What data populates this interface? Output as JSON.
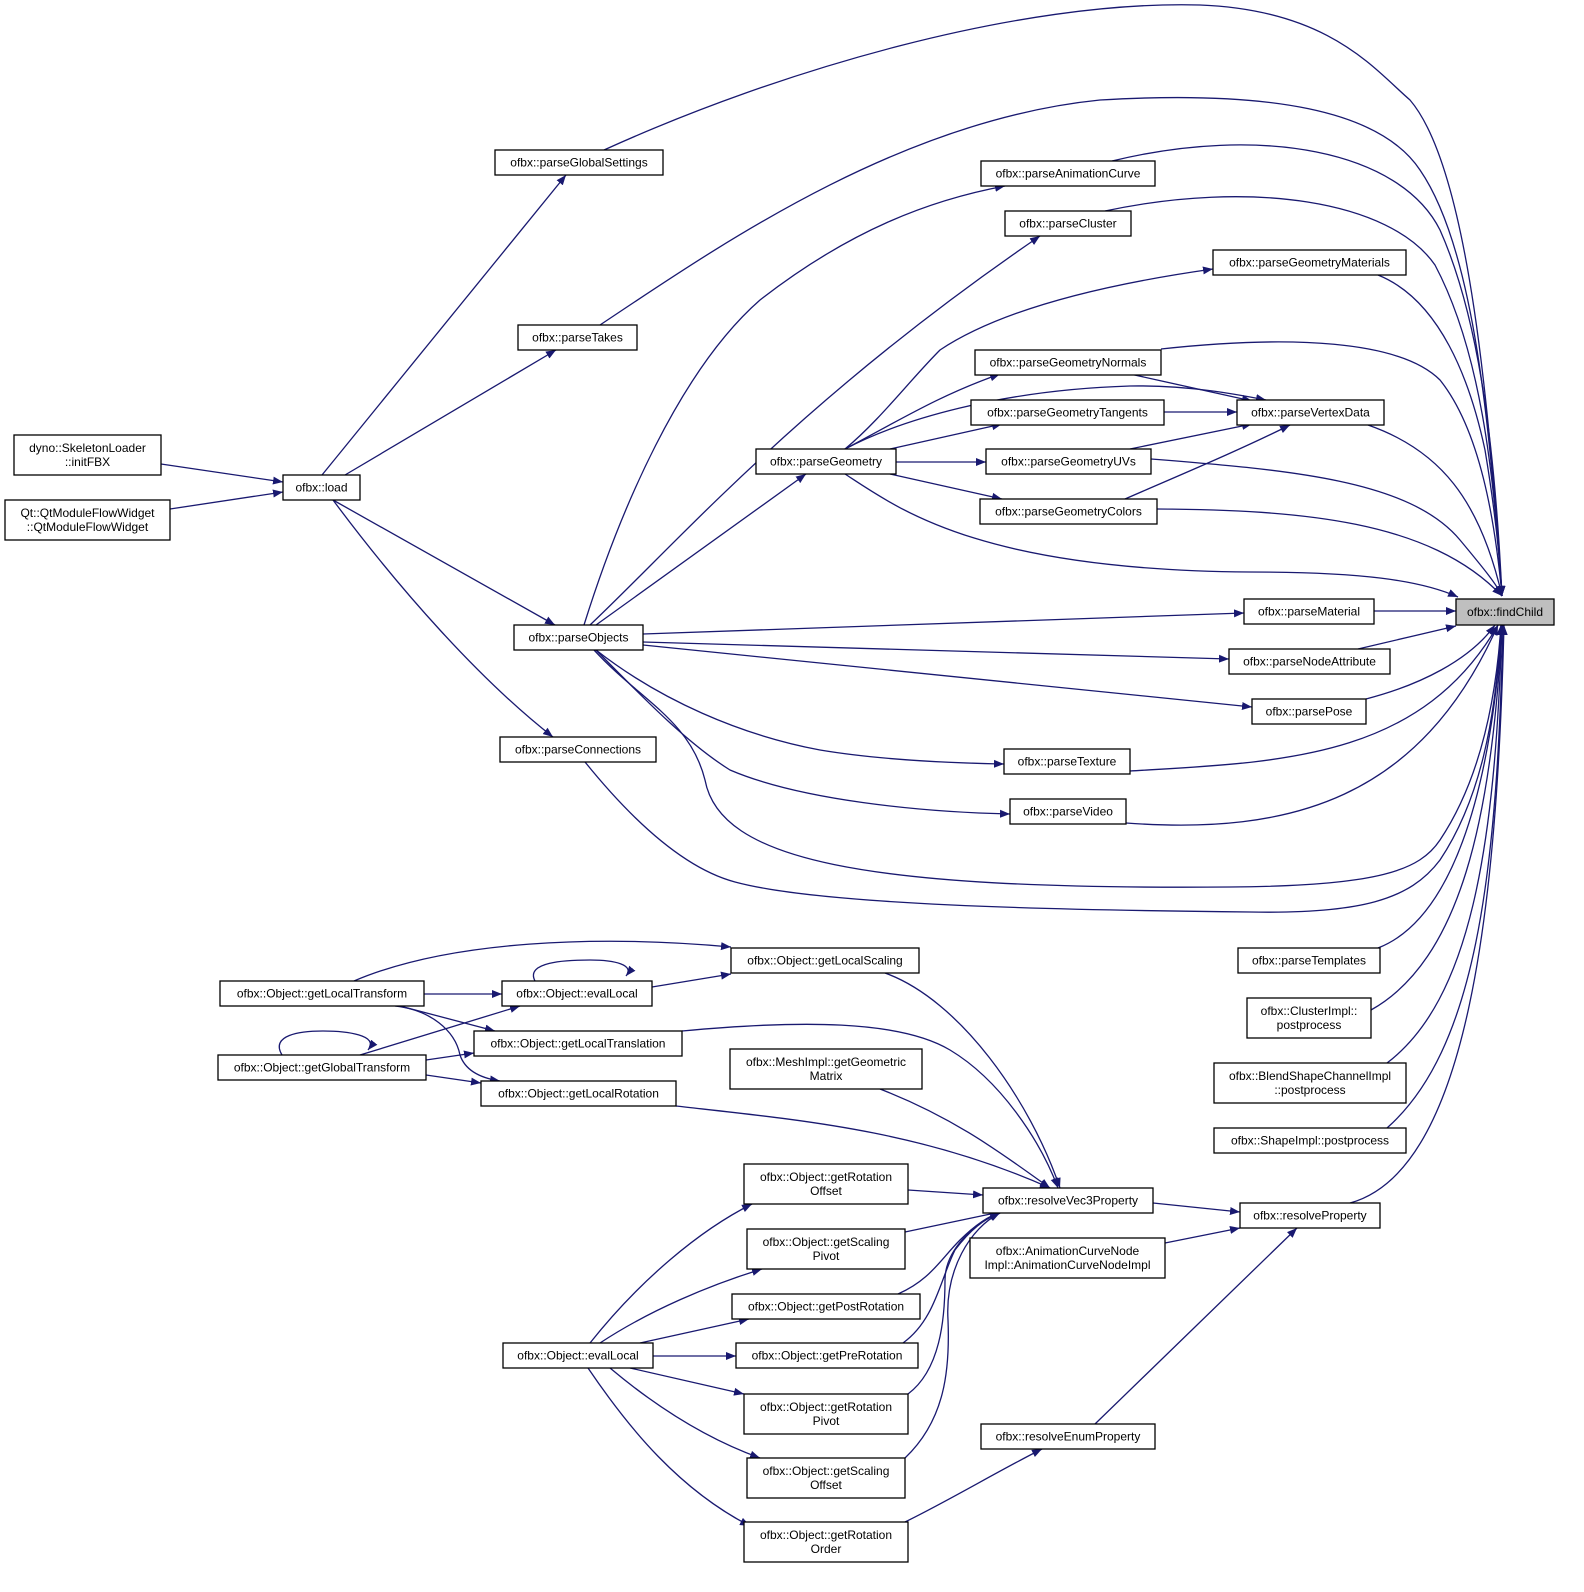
{
  "graph": {
    "direction": "callers",
    "edge_color": "#191970",
    "root_fill": "#bfbfbf",
    "nodes": [
      {
        "id": "findChild",
        "lines": [
          "ofbx::findChild"
        ],
        "root": true
      },
      {
        "id": "parseGlobalSettings",
        "lines": [
          "ofbx::parseGlobalSettings"
        ]
      },
      {
        "id": "parseAnimationCurve",
        "lines": [
          "ofbx::parseAnimationCurve"
        ]
      },
      {
        "id": "parseCluster",
        "lines": [
          "ofbx::parseCluster"
        ]
      },
      {
        "id": "parseGeometryMaterials",
        "lines": [
          "ofbx::parseGeometryMaterials"
        ]
      },
      {
        "id": "parseTakes",
        "lines": [
          "ofbx::parseTakes"
        ]
      },
      {
        "id": "parseGeometryNormals",
        "lines": [
          "ofbx::parseGeometryNormals"
        ]
      },
      {
        "id": "parseGeometryTangents",
        "lines": [
          "ofbx::parseGeometryTangents"
        ]
      },
      {
        "id": "parseVertexData",
        "lines": [
          "ofbx::parseVertexData"
        ]
      },
      {
        "id": "skeletonLoader",
        "lines": [
          "dyno::SkeletonLoader",
          "::initFBX"
        ]
      },
      {
        "id": "parseGeometry",
        "lines": [
          "ofbx::parseGeometry"
        ]
      },
      {
        "id": "parseGeometryUVs",
        "lines": [
          "ofbx::parseGeometryUVs"
        ]
      },
      {
        "id": "load",
        "lines": [
          "ofbx::load"
        ]
      },
      {
        "id": "qtModuleFlowWidget",
        "lines": [
          "Qt::QtModuleFlowWidget",
          "::QtModuleFlowWidget"
        ]
      },
      {
        "id": "parseGeometryColors",
        "lines": [
          "ofbx::parseGeometryColors"
        ]
      },
      {
        "id": "parseMaterial",
        "lines": [
          "ofbx::parseMaterial"
        ]
      },
      {
        "id": "parseObjects",
        "lines": [
          "ofbx::parseObjects"
        ]
      },
      {
        "id": "parseNodeAttribute",
        "lines": [
          "ofbx::parseNodeAttribute"
        ]
      },
      {
        "id": "parsePose",
        "lines": [
          "ofbx::parsePose"
        ]
      },
      {
        "id": "parseConnections",
        "lines": [
          "ofbx::parseConnections"
        ]
      },
      {
        "id": "parseTexture",
        "lines": [
          "ofbx::parseTexture"
        ]
      },
      {
        "id": "parseVideo",
        "lines": [
          "ofbx::parseVideo"
        ]
      },
      {
        "id": "parseTemplates",
        "lines": [
          "ofbx::parseTemplates"
        ]
      },
      {
        "id": "getLocalScaling",
        "lines": [
          "ofbx::Object::getLocalScaling"
        ]
      },
      {
        "id": "getLocalTransform",
        "lines": [
          "ofbx::Object::getLocalTransform"
        ]
      },
      {
        "id": "evalLocalTop",
        "lines": [
          "ofbx::Object::evalLocal"
        ]
      },
      {
        "id": "clusterPostprocess",
        "lines": [
          "ofbx::ClusterImpl::",
          "postprocess"
        ]
      },
      {
        "id": "getLocalTranslation",
        "lines": [
          "ofbx::Object::getLocalTranslation"
        ]
      },
      {
        "id": "getGlobalTransform",
        "lines": [
          "ofbx::Object::getGlobalTransform"
        ]
      },
      {
        "id": "getGeometricMatrix",
        "lines": [
          "ofbx::MeshImpl::getGeometric",
          "Matrix"
        ]
      },
      {
        "id": "blendShapePostprocess",
        "lines": [
          "ofbx::BlendShapeChannelImpl",
          "::postprocess"
        ]
      },
      {
        "id": "getLocalRotation",
        "lines": [
          "ofbx::Object::getLocalRotation"
        ]
      },
      {
        "id": "shapePostprocess",
        "lines": [
          "ofbx::ShapeImpl::postprocess"
        ]
      },
      {
        "id": "getRotationOffset",
        "lines": [
          "ofbx::Object::getRotation",
          "Offset"
        ]
      },
      {
        "id": "resolveVec3Property",
        "lines": [
          "ofbx::resolveVec3Property"
        ]
      },
      {
        "id": "resolveProperty",
        "lines": [
          "ofbx::resolveProperty"
        ]
      },
      {
        "id": "getScalingPivot",
        "lines": [
          "ofbx::Object::getScaling",
          "Pivot"
        ]
      },
      {
        "id": "animCurveNodeImpl",
        "lines": [
          "ofbx::AnimationCurveNode",
          "Impl::AnimationCurveNodeImpl"
        ]
      },
      {
        "id": "getPostRotation",
        "lines": [
          "ofbx::Object::getPostRotation"
        ]
      },
      {
        "id": "evalLocalBottom",
        "lines": [
          "ofbx::Object::evalLocal"
        ]
      },
      {
        "id": "getPreRotation",
        "lines": [
          "ofbx::Object::getPreRotation"
        ]
      },
      {
        "id": "getRotationPivot",
        "lines": [
          "ofbx::Object::getRotation",
          "Pivot"
        ]
      },
      {
        "id": "resolveEnumProperty",
        "lines": [
          "ofbx::resolveEnumProperty"
        ]
      },
      {
        "id": "getScalingOffset",
        "lines": [
          "ofbx::Object::getScaling",
          "Offset"
        ]
      },
      {
        "id": "getRotationOrder",
        "lines": [
          "ofbx::Object::getRotation",
          "Order"
        ]
      }
    ],
    "edges": [
      [
        "parseGlobalSettings",
        "findChild"
      ],
      [
        "parseTakes",
        "findChild"
      ],
      [
        "parseAnimationCurve",
        "findChild"
      ],
      [
        "parseCluster",
        "findChild"
      ],
      [
        "parseGeometryMaterials",
        "findChild"
      ],
      [
        "parseGeometryNormals",
        "findChild"
      ],
      [
        "parseVertexData",
        "findChild"
      ],
      [
        "parseGeometryUVs",
        "findChild"
      ],
      [
        "parseGeometryColors",
        "findChild"
      ],
      [
        "parseGeometry",
        "findChild"
      ],
      [
        "parseMaterial",
        "findChild"
      ],
      [
        "parseNodeAttribute",
        "findChild"
      ],
      [
        "parsePose",
        "findChild"
      ],
      [
        "parseTexture",
        "findChild"
      ],
      [
        "parseVideo",
        "findChild"
      ],
      [
        "parseObjects",
        "findChild"
      ],
      [
        "parseConnections",
        "findChild"
      ],
      [
        "parseTemplates",
        "findChild"
      ],
      [
        "clusterPostprocess",
        "findChild"
      ],
      [
        "blendShapePostprocess",
        "findChild"
      ],
      [
        "shapePostprocess",
        "findChild"
      ],
      [
        "resolveProperty",
        "findChild"
      ],
      [
        "load",
        "parseGlobalSettings"
      ],
      [
        "load",
        "parseTakes"
      ],
      [
        "load",
        "parseObjects"
      ],
      [
        "load",
        "parseConnections"
      ],
      [
        "skeletonLoader",
        "load"
      ],
      [
        "qtModuleFlowWidget",
        "load"
      ],
      [
        "parseObjects",
        "parseAnimationCurve"
      ],
      [
        "parseObjects",
        "parseCluster"
      ],
      [
        "parseObjects",
        "parseGeometry"
      ],
      [
        "parseObjects",
        "parseMaterial"
      ],
      [
        "parseObjects",
        "parseNodeAttribute"
      ],
      [
        "parseObjects",
        "parsePose"
      ],
      [
        "parseObjects",
        "parseTexture"
      ],
      [
        "parseObjects",
        "parseVideo"
      ],
      [
        "parseGeometry",
        "parseGeometryMaterials"
      ],
      [
        "parseGeometry",
        "parseGeometryNormals"
      ],
      [
        "parseGeometry",
        "parseGeometryTangents"
      ],
      [
        "parseGeometry",
        "parseGeometryUVs"
      ],
      [
        "parseGeometry",
        "parseGeometryColors"
      ],
      [
        "parseGeometry",
        "parseVertexData"
      ],
      [
        "parseGeometryNormals",
        "parseVertexData"
      ],
      [
        "parseGeometryTangents",
        "parseVertexData"
      ],
      [
        "parseGeometryUVs",
        "parseVertexData"
      ],
      [
        "parseGeometryColors",
        "parseVertexData"
      ],
      [
        "resolveVec3Property",
        "resolveProperty"
      ],
      [
        "animCurveNodeImpl",
        "resolveProperty"
      ],
      [
        "resolveEnumProperty",
        "resolveProperty"
      ],
      [
        "getLocalScaling",
        "resolveVec3Property"
      ],
      [
        "getLocalTranslation",
        "resolveVec3Property"
      ],
      [
        "getGeometricMatrix",
        "resolveVec3Property"
      ],
      [
        "getLocalRotation",
        "resolveVec3Property"
      ],
      [
        "getRotationOffset",
        "resolveVec3Property"
      ],
      [
        "getScalingPivot",
        "resolveVec3Property"
      ],
      [
        "getPostRotation",
        "resolveVec3Property"
      ],
      [
        "getPreRotation",
        "resolveVec3Property"
      ],
      [
        "getRotationPivot",
        "resolveVec3Property"
      ],
      [
        "getScalingOffset",
        "resolveVec3Property"
      ],
      [
        "getRotationOrder",
        "resolveEnumProperty"
      ],
      [
        "getLocalTransform",
        "getLocalScaling"
      ],
      [
        "getLocalTransform",
        "evalLocalTop"
      ],
      [
        "getLocalTransform",
        "getLocalTranslation"
      ],
      [
        "getLocalTransform",
        "getLocalRotation"
      ],
      [
        "evalLocalTop",
        "evalLocalTop"
      ],
      [
        "evalLocalTop",
        "getLocalScaling"
      ],
      [
        "getGlobalTransform",
        "getGlobalTransform"
      ],
      [
        "getGlobalTransform",
        "evalLocalTop"
      ],
      [
        "getGlobalTransform",
        "getLocalTranslation"
      ],
      [
        "getGlobalTransform",
        "getLocalRotation"
      ],
      [
        "evalLocalBottom",
        "getRotationOffset"
      ],
      [
        "evalLocalBottom",
        "getScalingPivot"
      ],
      [
        "evalLocalBottom",
        "getPostRotation"
      ],
      [
        "evalLocalBottom",
        "getPreRotation"
      ],
      [
        "evalLocalBottom",
        "getRotationPivot"
      ],
      [
        "evalLocalBottom",
        "getScalingOffset"
      ],
      [
        "evalLocalBottom",
        "getRotationOrder"
      ]
    ]
  }
}
